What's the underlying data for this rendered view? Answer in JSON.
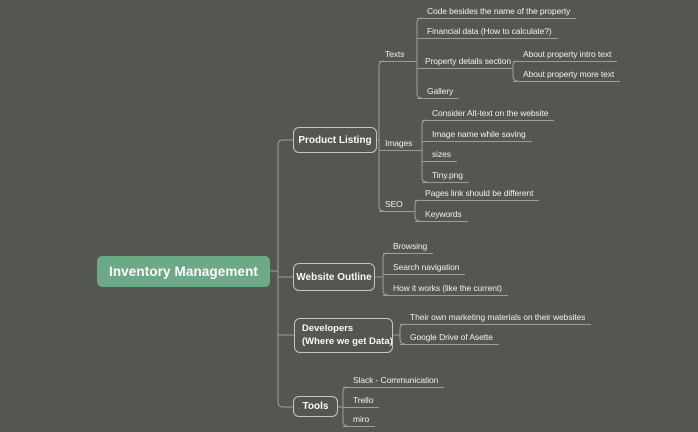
{
  "colors": {
    "background": "#545652",
    "connector_line": "#9a9e9a",
    "node_border": "#c2c6c3",
    "root_fill": "#6caa87",
    "text": "#eef0ee"
  },
  "mindmap": {
    "root": {
      "label": "Inventory Management"
    },
    "branches": [
      {
        "label": "Product Listing",
        "groups": [
          {
            "label": "Texts",
            "items": [
              {
                "label": "Code besides the name of the property"
              },
              {
                "label": "Financial data (How to calculate?)"
              },
              {
                "label": "Property details section",
                "items": [
                  {
                    "label": "About property intro text"
                  },
                  {
                    "label": "About property more text"
                  }
                ]
              },
              {
                "label": "Gallery"
              }
            ]
          },
          {
            "label": "Images",
            "items": [
              {
                "label": "Consider Alt-text on the website"
              },
              {
                "label": "Image name while saving"
              },
              {
                "label": "sizes"
              },
              {
                "label": "Tiny.png"
              }
            ]
          },
          {
            "label": "SEO",
            "items": [
              {
                "label": "Pages link should be different"
              },
              {
                "label": "Keywords"
              }
            ]
          }
        ]
      },
      {
        "label": "Website Outline",
        "items": [
          {
            "label": "Browsing"
          },
          {
            "label": "Search navigation"
          },
          {
            "label": "How it works (like the current)"
          }
        ]
      },
      {
        "label_line1": "Developers",
        "label_line2": "(Where we get Data)",
        "items": [
          {
            "label": "Their own marketing materials on their websites"
          },
          {
            "label": "Google Drive of Asette"
          }
        ]
      },
      {
        "label": "Tools",
        "items": [
          {
            "label": "Slack - Communication"
          },
          {
            "label": "Trello"
          },
          {
            "label": "miro"
          }
        ]
      }
    ]
  }
}
